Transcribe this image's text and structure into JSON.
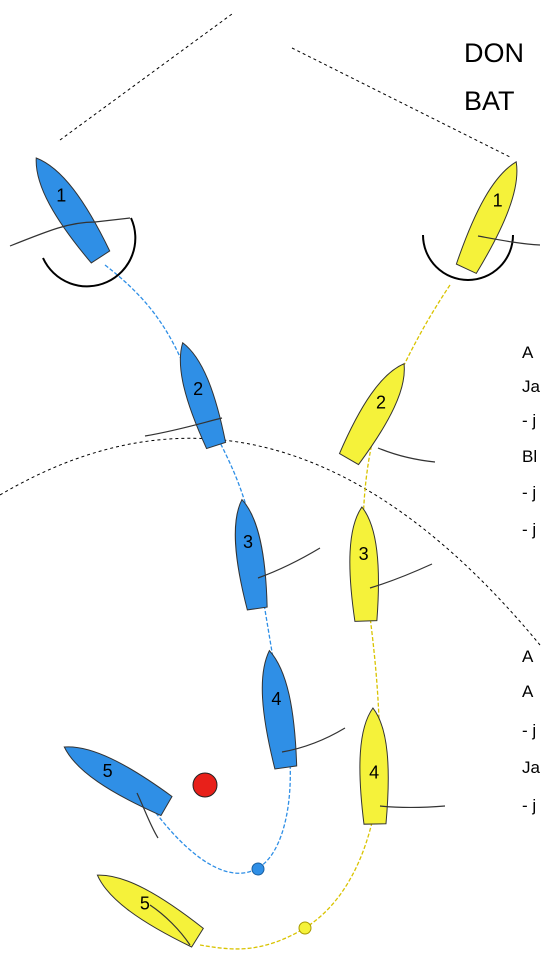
{
  "title": {
    "line1": "DON",
    "line2": "BAT"
  },
  "side_text": {
    "block1": [
      "A",
      "Ja",
      "- j",
      "Bl",
      "- j",
      "- j"
    ],
    "block2": [
      "A",
      "A",
      "- j",
      "Ja",
      "- j"
    ]
  },
  "colors": {
    "blue_boat": "#2f8fe6",
    "yellow_boat": "#f5f23a",
    "mark": "#e8201a",
    "outline": "#333333"
  },
  "boats": {
    "blue": [
      "1",
      "2",
      "3",
      "4",
      "5"
    ],
    "yellow": [
      "1",
      "2",
      "3",
      "4",
      "5"
    ]
  }
}
